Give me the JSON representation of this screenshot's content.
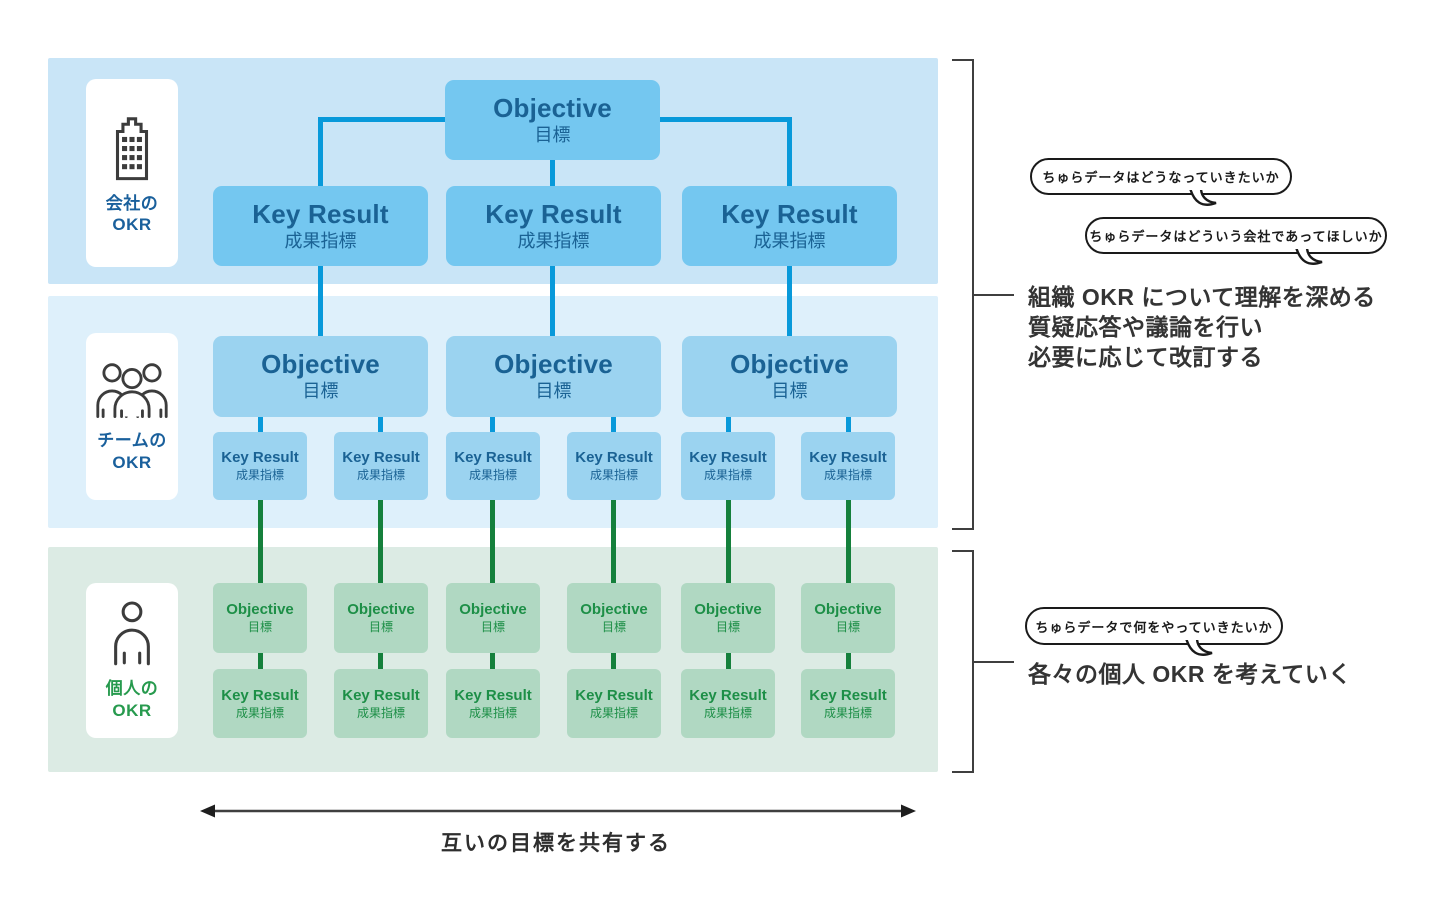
{
  "labels": {
    "objective_en": "Objective",
    "objective_ja": "目標",
    "key_result_en": "Key Result",
    "key_result_ja": "成果指標"
  },
  "bands": {
    "company": {
      "line1": "会社の",
      "line2": "OKR"
    },
    "team": {
      "line1": "チームの",
      "line2": "OKR"
    },
    "personal": {
      "line1": "個人の",
      "line2": "OKR"
    }
  },
  "bubbles": {
    "b1": "ちゅらデータはどうなっていきたいか",
    "b2": "ちゅらデータはどういう会社であってほしいか",
    "b3": "ちゅらデータで何をやっていきたいか"
  },
  "notes": {
    "org": {
      "line1": "組織 OKR について理解を深める",
      "line2": "質疑応答や議論を行い",
      "line3": "必要に応じて改訂する"
    },
    "personal": {
      "line1": "各々の個人 OKR を考えていく"
    }
  },
  "share_arrow": {
    "label": "互いの目標を共有する"
  },
  "colors": {
    "band_company_bg": "#c9e5f7",
    "band_team_bg": "#def0fb",
    "band_personal_bg": "#dcebe4",
    "box_blue_company": "#74c7f0",
    "box_blue_team": "#9bd3f0",
    "box_blue_text": "#1a6294",
    "line_blue": "#0899da",
    "box_green": "#b0d8c2",
    "box_green_text": "#1d8f47",
    "line_green": "#15803c",
    "bracket_gray": "#3f3f3f",
    "card_label_blue": "#1a609c",
    "card_label_green": "#279a4e"
  }
}
